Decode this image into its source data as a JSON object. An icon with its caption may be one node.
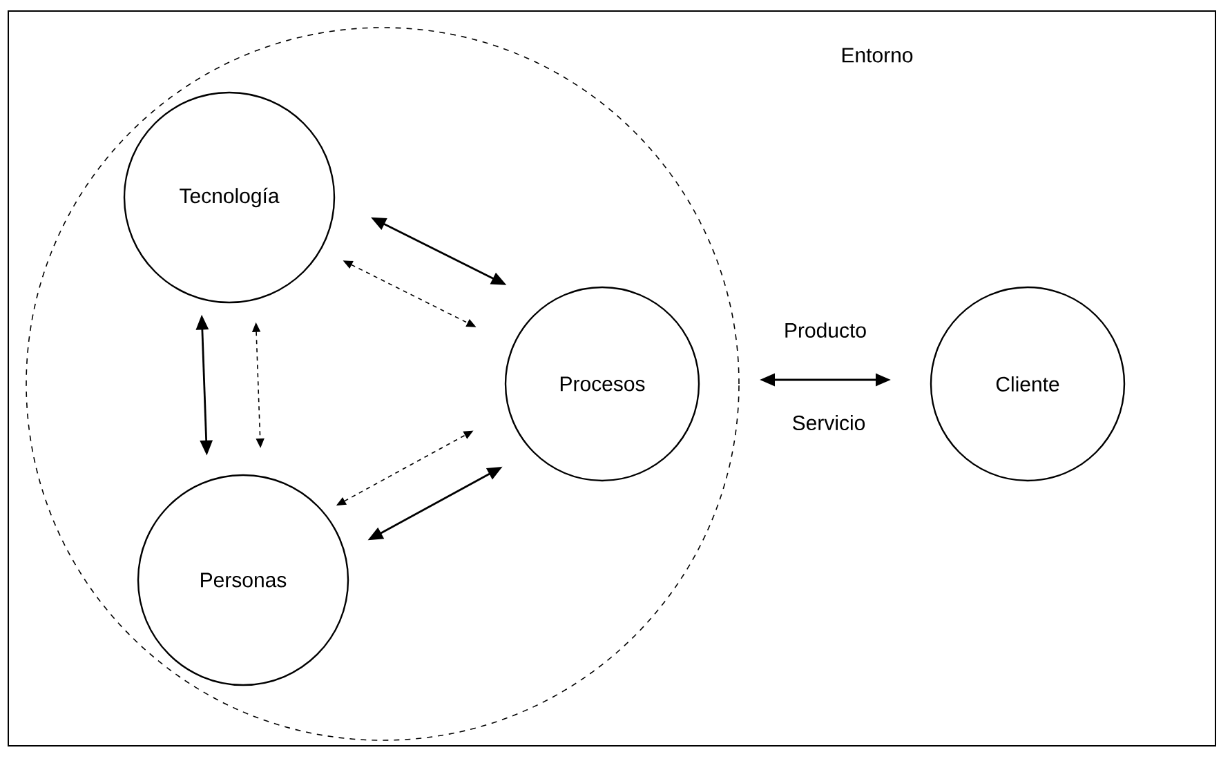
{
  "diagram": {
    "nodes": [
      {
        "text": [
          "Entorno"
        ]
      },
      {
        "text": [],
        "shape": "circle",
        "in": 0
      },
      {
        "text": [
          "Tecnología"
        ],
        "in": 1
      },
      {
        "text": [
          "Procesos"
        ],
        "in": 1
      },
      {
        "text": [
          "Personas"
        ],
        "in": 1
      },
      {
        "text": [
          "Cliente"
        ],
        "in": 0
      }
    ],
    "edges": [
      {
        "from": 2,
        "to": 3,
        "arrow": "both"
      },
      {
        "from": 2,
        "to": 3,
        "arrow": "both",
        "style": "dashed"
      },
      {
        "from": 2,
        "to": 4,
        "arrow": "both"
      },
      {
        "from": 2,
        "to": 4,
        "arrow": "both",
        "style": "dashed"
      },
      {
        "from": 4,
        "to": 3,
        "arrow": "both",
        "style": "dashed"
      },
      {
        "from": 4,
        "to": 3,
        "arrow": "both"
      },
      {
        "from": 3,
        "to": 5,
        "arrow": "both",
        "label": "Producto"
      }
    ],
    "labels": [
      "Servicio"
    ]
  }
}
